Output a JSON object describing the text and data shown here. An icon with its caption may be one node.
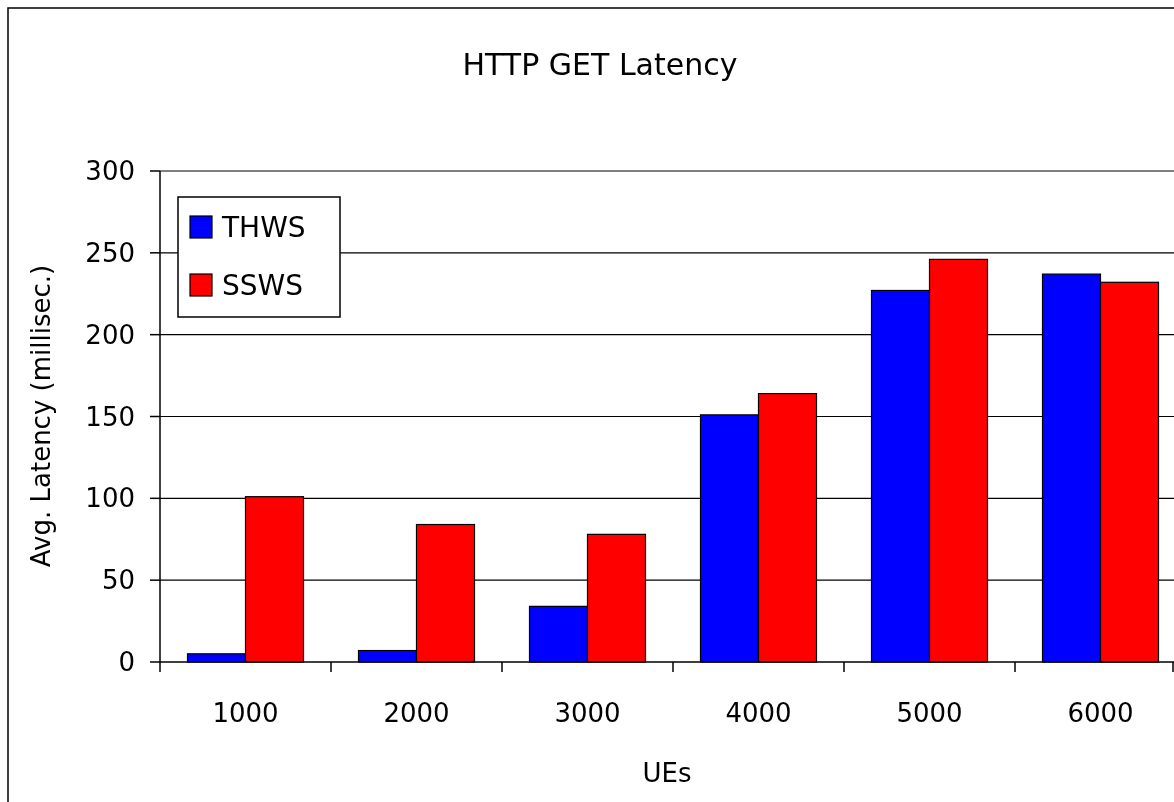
{
  "diagram": {
    "chart_data": {
      "type": "bar",
      "title": "HTTP GET Latency",
      "xlabel": "UEs",
      "ylabel": "Avg. Latency (millisec.)",
      "categories": [
        "1000",
        "2000",
        "3000",
        "4000",
        "5000",
        "6000"
      ],
      "series": [
        {
          "name": "THWS",
          "color": "#0000ff",
          "values": [
            5,
            7,
            34,
            151,
            227,
            237
          ]
        },
        {
          "name": "SSWS",
          "color": "#ff0000",
          "values": [
            101,
            84,
            78,
            164,
            246,
            232
          ]
        }
      ],
      "ylim": [
        0,
        300
      ],
      "yticks": [
        0,
        50,
        100,
        150,
        200,
        250,
        300
      ],
      "grid": "y",
      "legend": true
    }
  }
}
